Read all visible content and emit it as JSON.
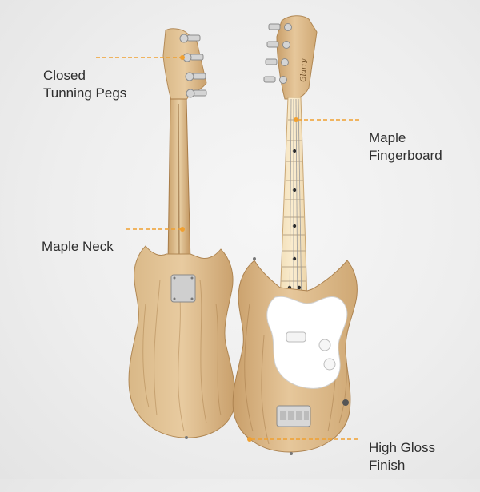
{
  "colors": {
    "background": "#efefef",
    "callout_line": "#f0a030",
    "callout_dot": "#f0a030",
    "wood_light": "#e2c49a",
    "wood_mid": "#cfa977",
    "wood_dark": "#a8804f",
    "pickguard": "#ffffff",
    "hardware": "#c9c9c9"
  },
  "callouts": {
    "tuning_pegs": "Closed\nTunning Pegs",
    "neck": "Maple Neck",
    "fingerboard": "Maple\nFingerboard",
    "finish": "High Gloss\nFinish"
  },
  "headstock_logo": "Glarry"
}
